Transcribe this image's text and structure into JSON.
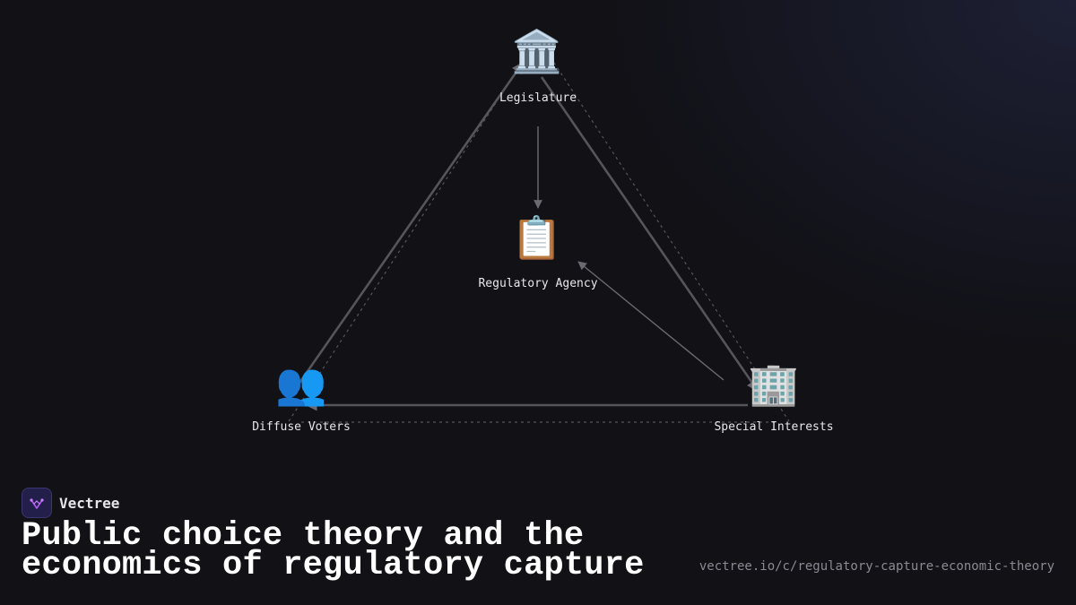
{
  "diagram": {
    "nodes": {
      "legislature": {
        "label": "Legislature",
        "icon": "classical-building-icon",
        "glyph": "🏛️"
      },
      "agency": {
        "label": "Regulatory Agency",
        "icon": "clipboard-icon",
        "glyph": "📋"
      },
      "voters": {
        "label": "Diffuse Voters",
        "icon": "people-icon",
        "glyph": "👥"
      },
      "interests": {
        "label": "Special Interests",
        "icon": "office-building-icon",
        "glyph": "🏢"
      }
    },
    "edges": [
      {
        "from": "legislature",
        "to": "agency",
        "style": "solid"
      },
      {
        "from": "interests",
        "to": "agency",
        "style": "solid"
      },
      {
        "from": "interests",
        "to": "voters",
        "style": "solid-thick"
      },
      {
        "from": "voters",
        "to": "legislature",
        "style": "solid-thick"
      },
      {
        "from": "legislature",
        "to": "interests",
        "style": "solid-thick"
      },
      {
        "from": "voters",
        "to": "legislature",
        "style": "dashed"
      },
      {
        "from": "legislature",
        "to": "interests",
        "style": "dashed"
      },
      {
        "from": "voters",
        "to": "interests",
        "style": "dashed"
      }
    ],
    "colors": {
      "edge": "#6a6a70",
      "edge_dashed": "#55555c",
      "background": "#111116"
    }
  },
  "brand": {
    "name": "Vectree",
    "logo_icon": "vectree-logo-icon",
    "accent": "#b05cf0"
  },
  "title": "Public choice theory and the economics of regulatory capture",
  "url": "vectree.io/c/regulatory-capture-economic-theory"
}
